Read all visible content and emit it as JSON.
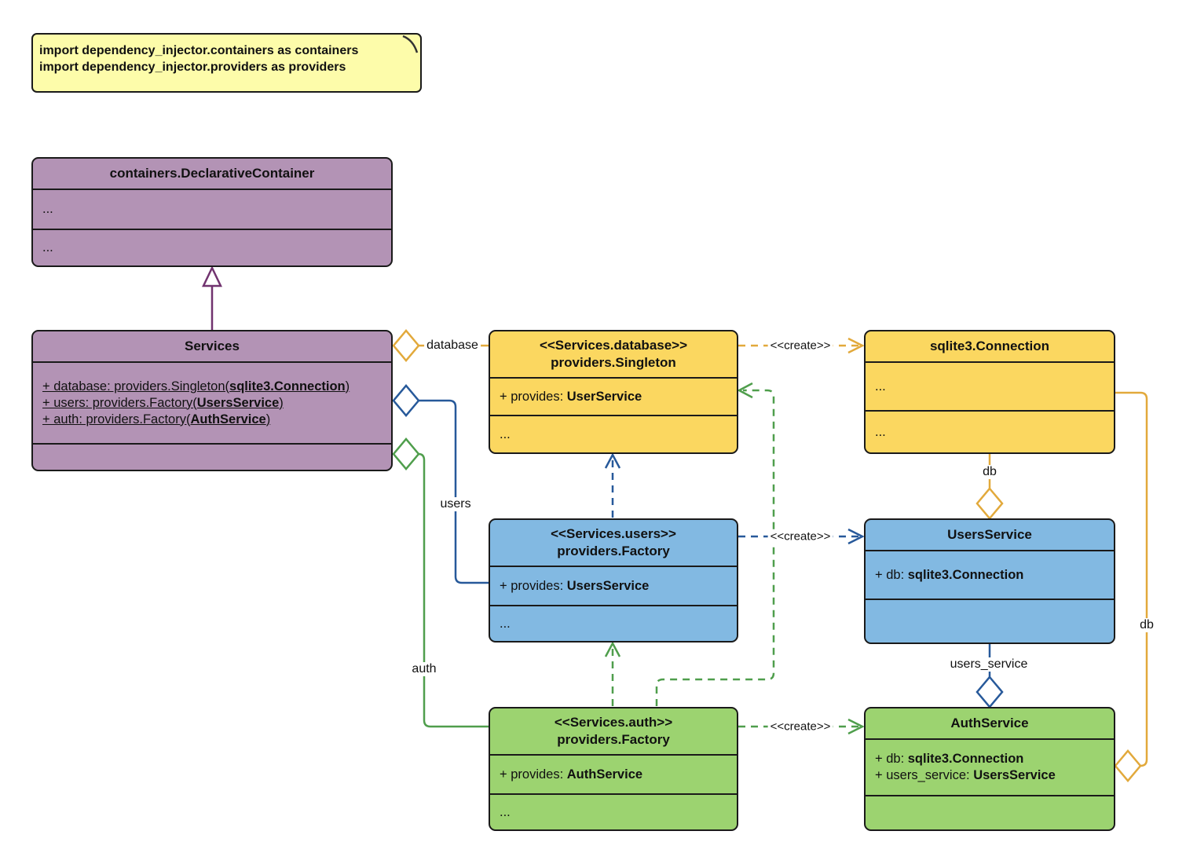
{
  "note": {
    "line1": "import dependency_injector.containers as containers",
    "line2": "import dependency_injector.providers as providers"
  },
  "classes": {
    "declarative": {
      "title": "containers.DeclarativeContainer",
      "s1": "...",
      "s2": "..."
    },
    "services": {
      "title": "Services",
      "attr1_pre": "+ database: providers.Singleton(",
      "attr1_type": "sqlite3.Connection",
      "attr1_post": ")",
      "attr2_pre": "+ users: providers.Factory(",
      "attr2_type": "UsersService",
      "attr2_post": ")",
      "attr3_pre": "+ auth: providers.Factory(",
      "attr3_type": "AuthService",
      "attr3_post": ")"
    },
    "singleton": {
      "stereotype": "<<Services.database>>",
      "title": "providers.Singleton",
      "provides_pre": "+ provides: ",
      "provides_type": "UserService",
      "dots": "..."
    },
    "connection": {
      "title": "sqlite3.Connection",
      "s1": "...",
      "s2": "..."
    },
    "users_factory": {
      "stereotype": "<<Services.users>>",
      "title": "providers.Factory",
      "provides_pre": "+ provides: ",
      "provides_type": "UsersService",
      "dots": "..."
    },
    "users_service": {
      "title": "UsersService",
      "attr_pre": "+ db: ",
      "attr_type": "sqlite3.Connection"
    },
    "auth_factory": {
      "stereotype": "<<Services.auth>>",
      "title": "providers.Factory",
      "provides_pre": "+ provides: ",
      "provides_type": "AuthService",
      "dots": "..."
    },
    "auth_service": {
      "title": "AuthService",
      "attr1_pre": "+ db: ",
      "attr1_type": "sqlite3.Connection",
      "attr2_pre": "+ users_service: ",
      "attr2_type": "UsersService"
    }
  },
  "edge_labels": {
    "database": "database",
    "users": "users",
    "auth": "auth",
    "db_short": "db",
    "db_long": "db",
    "users_service": "users_service",
    "create_database": "<<create>>",
    "create_users": "<<create>>",
    "create_auth": "<<create>>"
  },
  "colors": {
    "purple_fill": "#b393b5",
    "purple_line": "#71336f",
    "yellow_fill": "#fbd760",
    "yellow_line": "#e2a93b",
    "blue_fill": "#82b9e2",
    "blue_line": "#27599a",
    "green_fill": "#9cd370",
    "green_line": "#4f9e4c",
    "note_fill": "#fdfcaa"
  }
}
